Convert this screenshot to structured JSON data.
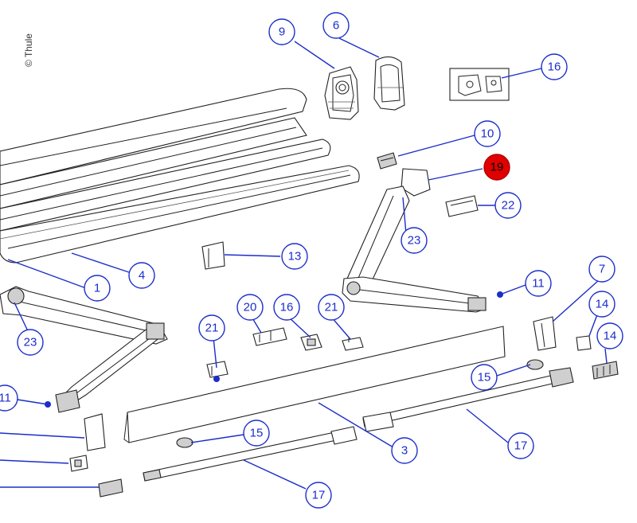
{
  "copyright": "© Thule",
  "callouts": [
    {
      "id": "c9",
      "label": "9"
    },
    {
      "id": "c6",
      "label": "6"
    },
    {
      "id": "c16a",
      "label": "16"
    },
    {
      "id": "c10",
      "label": "10"
    },
    {
      "id": "c19",
      "label": "19",
      "highlighted": true
    },
    {
      "id": "c22",
      "label": "22"
    },
    {
      "id": "c23a",
      "label": "23"
    },
    {
      "id": "c13",
      "label": "13"
    },
    {
      "id": "c4",
      "label": "4"
    },
    {
      "id": "c1",
      "label": "1"
    },
    {
      "id": "c11a",
      "label": "11"
    },
    {
      "id": "c7",
      "label": "7"
    },
    {
      "id": "c14a",
      "label": "14"
    },
    {
      "id": "c14b",
      "label": "14"
    },
    {
      "id": "c23b",
      "label": "23"
    },
    {
      "id": "c20",
      "label": "20"
    },
    {
      "id": "c16b",
      "label": "16"
    },
    {
      "id": "c21a",
      "label": "21"
    },
    {
      "id": "c21b",
      "label": "21"
    },
    {
      "id": "c15a",
      "label": "15"
    },
    {
      "id": "c11b",
      "label": "11"
    },
    {
      "id": "c15b",
      "label": "15"
    },
    {
      "id": "c3",
      "label": "3"
    },
    {
      "id": "c17a",
      "label": "17"
    },
    {
      "id": "c17b",
      "label": "17"
    }
  ],
  "colors": {
    "callout_blue": "#1c2ec9",
    "highlight_red": "#e00000"
  }
}
